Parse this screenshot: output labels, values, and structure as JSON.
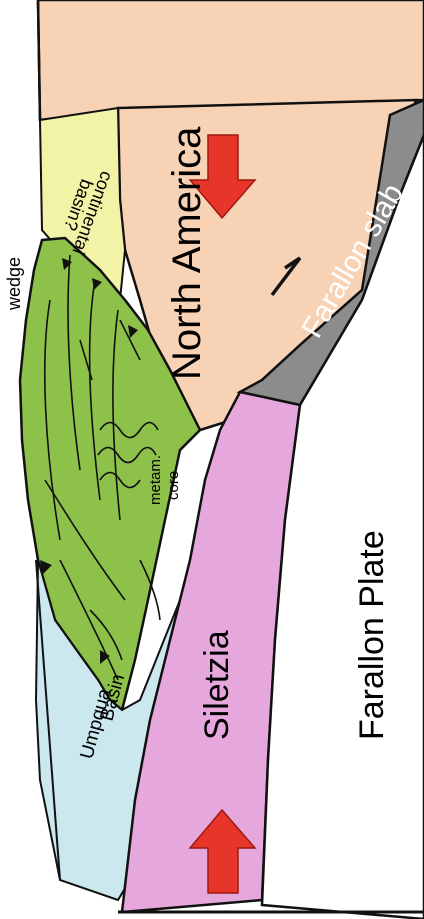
{
  "labels": {
    "north_america": "North America",
    "farallon_slab": "Farallon slab",
    "farallon_plate": "Farallon Plate",
    "siletzia": "Siletzia",
    "umpqua_line1": "Umpqua",
    "umpqua_line2": "Basin",
    "continental_line1": "continental",
    "continental_line2": "basin?",
    "metam_line1": "metam.",
    "metam_line2": "core",
    "wedge": "wedge"
  },
  "colors": {
    "north_america": "#f7d2b5",
    "farallon_slab": "#8c8c8c",
    "siletzia": "#e6a7dd",
    "umpqua_basin": "#cce8ef",
    "continental_basin": "#f2f3a6",
    "accretionary_wedge": "#8ec14a",
    "arrow": "#e8352a",
    "outline": "#111111"
  },
  "arrows": {
    "north_america_motion": "down-arrow",
    "siletzia_motion": "up-arrow",
    "shear_sense": "half-arrow-icon"
  }
}
